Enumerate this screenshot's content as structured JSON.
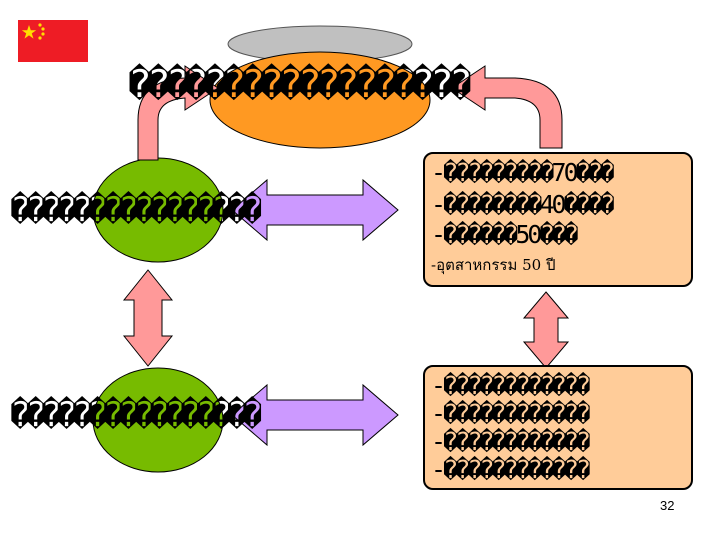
{
  "colors": {
    "flag_red": "#ee1c25",
    "flag_star": "#ffde00",
    "top_oval_shadow": "#c0c0c0",
    "top_oval": "#ff9922",
    "green_oval": "#77bb00",
    "arrow_fill": "#ff9999",
    "double_arrow_fill": "#cc99ff",
    "box_fill": "#ffcc99"
  },
  "icons": {
    "flag": "china-flag-icon"
  },
  "title": "������������������",
  "left_top_label": "����������������",
  "left_bottom_label": "����������������",
  "top_box": {
    "lines": [
      {
        "text": "-���������70���",
        "num": "70"
      },
      {
        "text": "-��������40����",
        "num": "40"
      },
      {
        "text": "-������50���",
        "num": "50"
      },
      {
        "text": "-อุตสาหกรรม  50 ปี"
      }
    ]
  },
  "bottom_box": {
    "lines": [
      "-������������",
      "-������������",
      "-������������",
      "-������������"
    ]
  },
  "page_number": "32"
}
